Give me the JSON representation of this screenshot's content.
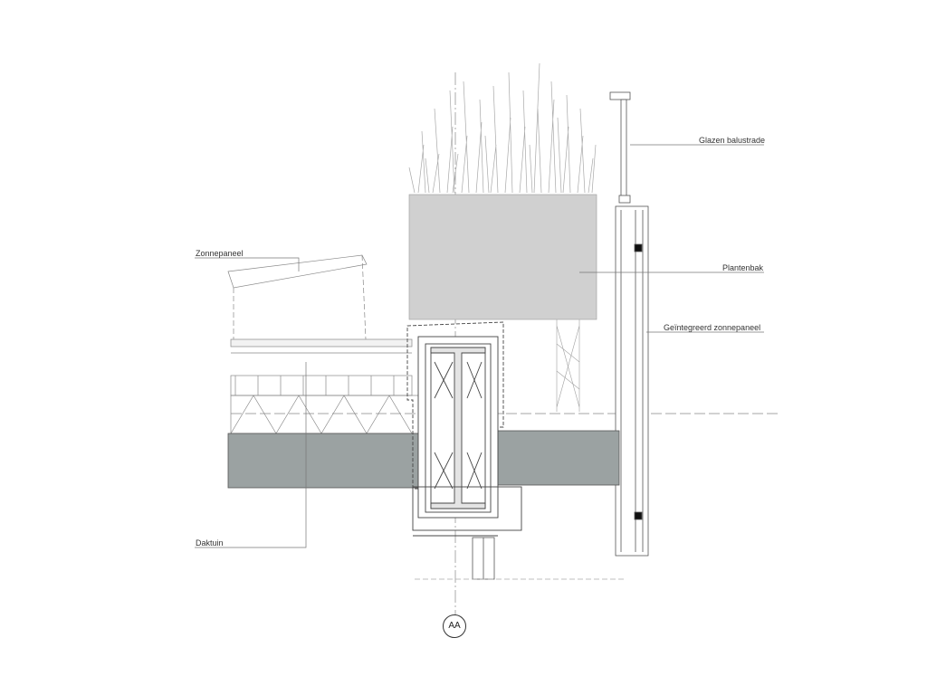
{
  "labels": {
    "balustrade": "Glazen balustrade",
    "solar_panel": "Zonnepaneel",
    "planter": "Plantenbak",
    "integrated_panel": "Geïntegreerd zonnepaneel",
    "roof_garden": "Daktuin"
  },
  "section_mark": "AA",
  "colors": {
    "concrete": "#9ba2a2",
    "planter": "#d0d0d0",
    "line": "#555555",
    "thin_line": "#9a9a9a"
  }
}
